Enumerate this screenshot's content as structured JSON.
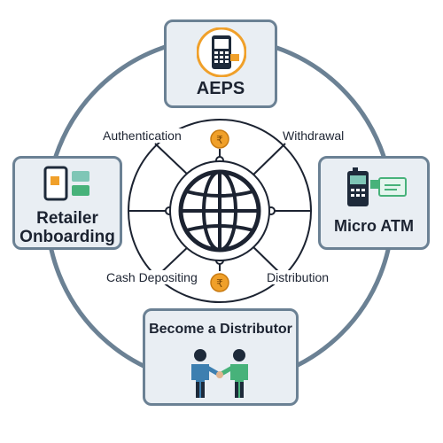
{
  "cards": {
    "aeps": {
      "label": "AEPS",
      "icon": "mobile-phone-icon"
    },
    "retailer": {
      "label_line1": "Retailer",
      "label_line2": "Onboarding",
      "icon": "tablet-with-cards-icon"
    },
    "micro_atm": {
      "label": "Micro ATM",
      "icon": "card-terminal-icon"
    },
    "distributor": {
      "label": "Become a Distributor",
      "icon": "handshake-icon"
    }
  },
  "ring_labels": {
    "authentication": "Authentication",
    "withdrawal": "Withdrawal",
    "cash_depositing": "Cash Depositing",
    "distribution": "Distribution"
  },
  "center": {
    "icon": "globe-icon"
  },
  "coins": {
    "icon": "rupee-coin-icon",
    "symbol": "₹"
  },
  "colors": {
    "outer_ring": "#6b8194",
    "inner_lines": "#1c2331",
    "card_fill": "#e9eef3",
    "card_border": "#6b8194",
    "accent_orange": "#f0a02a",
    "accent_green": "#47b27a",
    "accent_teal": "#7fc6b6",
    "phone_dark": "#1e2a3a"
  }
}
